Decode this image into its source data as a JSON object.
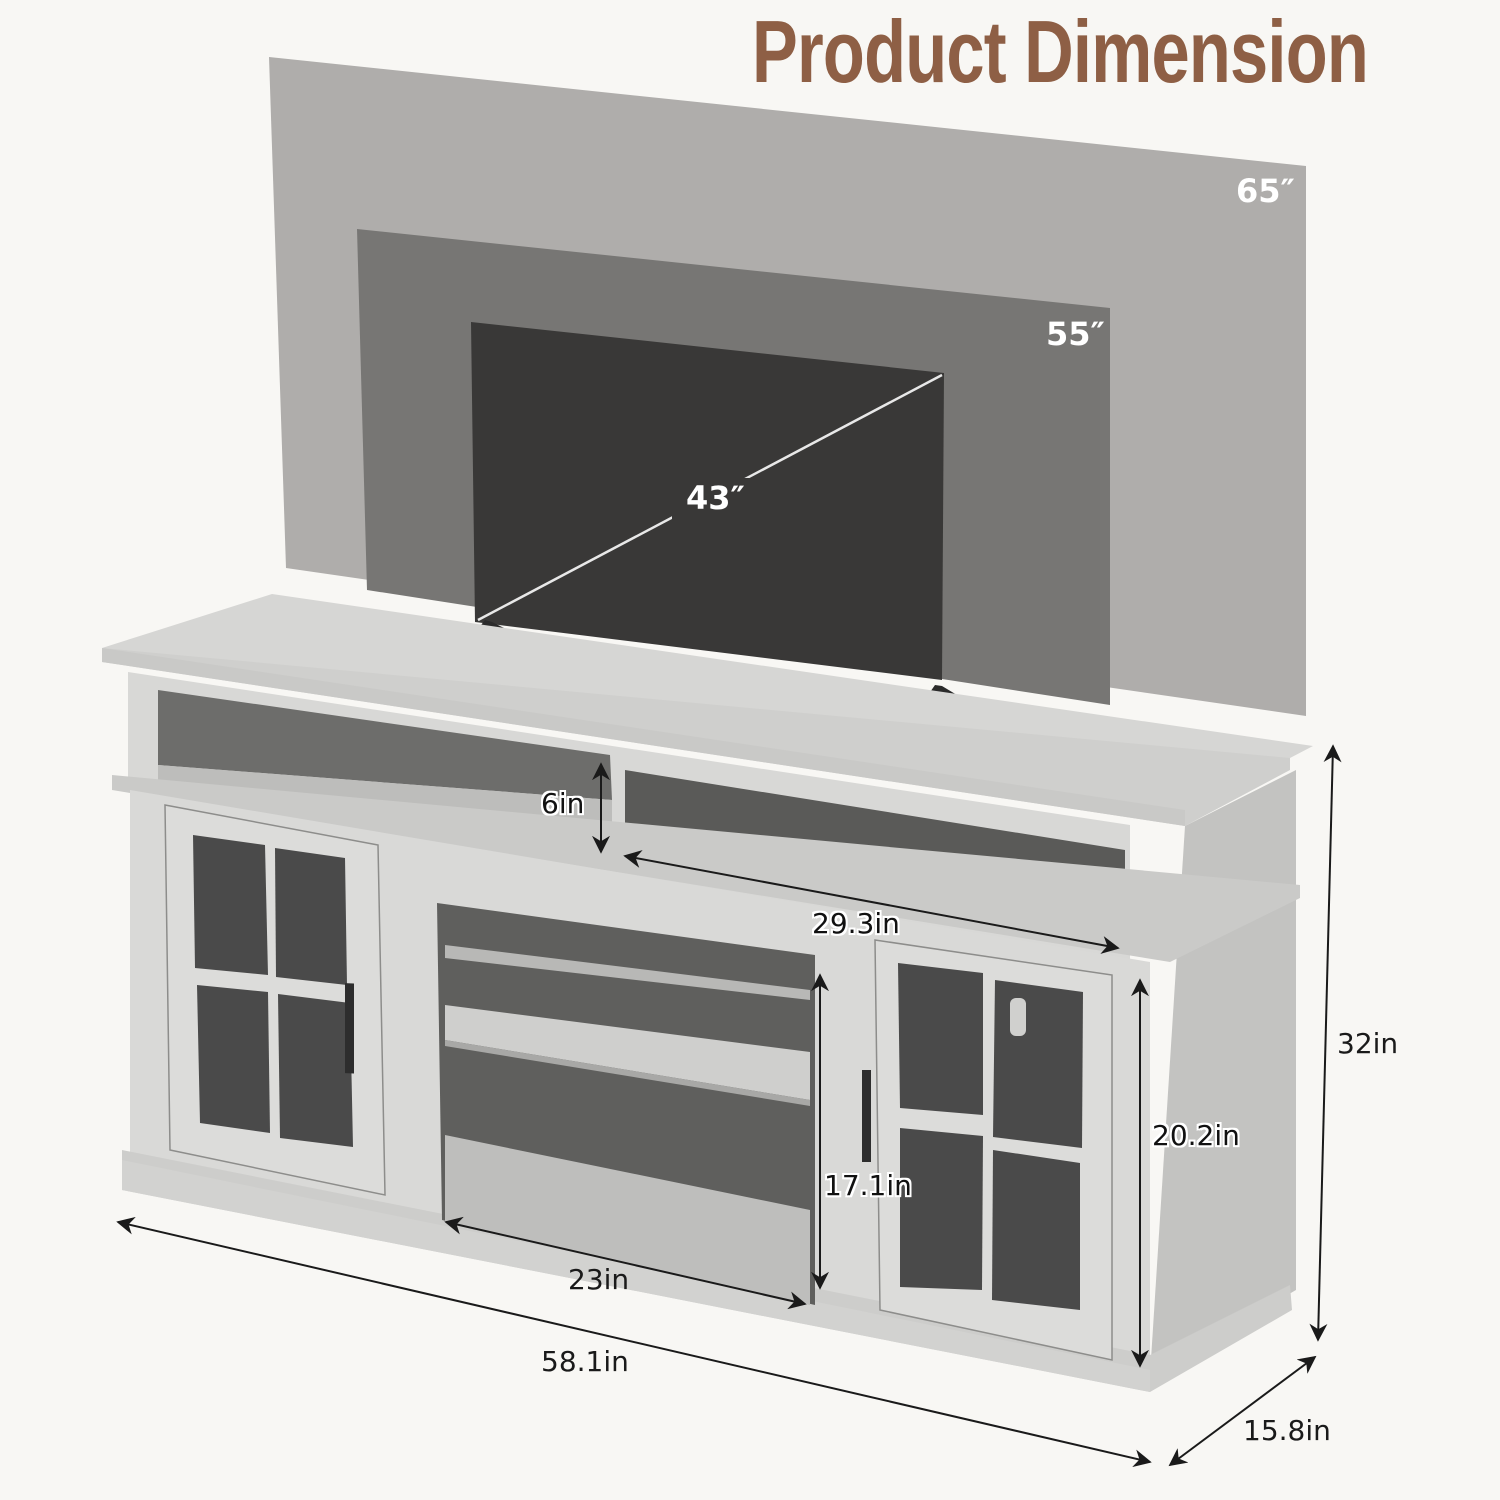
{
  "title": "Product Dimension",
  "colors": {
    "title": "#8e5f45",
    "background": "#f8f7f4",
    "tv65": "#afadab",
    "tv55": "#777674",
    "tv43": "#393837",
    "furniture": "#d8d8d6",
    "furniture_shadow": "#b9b9b7",
    "glass": "#4a4a4a",
    "arrow": "#1a1a1a"
  },
  "tv_sizes": [
    {
      "label": "65″",
      "size": 65
    },
    {
      "label": "55″",
      "size": 55
    },
    {
      "label": "43″",
      "size": 43
    }
  ],
  "dimensions": {
    "top_compartment_height": "6in",
    "top_compartment_width": "29.3in",
    "center_shelf_height": "17.1in",
    "center_shelf_width": "23in",
    "cabinet_height": "20.2in",
    "overall_height": "32in",
    "overall_width": "58.1in",
    "overall_depth": "15.8in"
  },
  "product": {
    "type": "TV stand",
    "features": [
      "two glass doors with 4 panes each",
      "open center shelving with adjustable shelf",
      "two open top compartments",
      "black bar handles"
    ]
  }
}
